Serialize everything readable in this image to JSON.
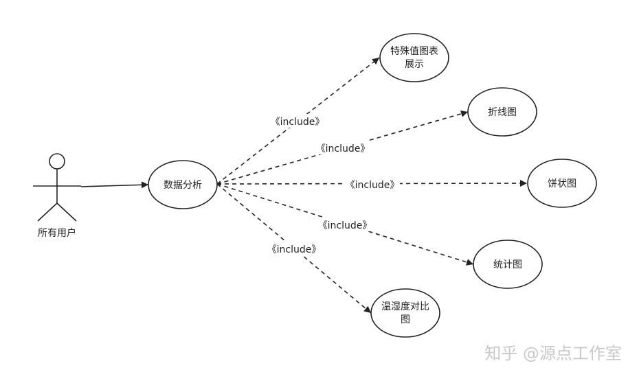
{
  "actor": {
    "label": "所有用户"
  },
  "center": {
    "label": "数据分析"
  },
  "use_cases": [
    {
      "id": "special",
      "lines": [
        "特殊值图表",
        "展示"
      ]
    },
    {
      "id": "line",
      "lines": [
        "折线图"
      ]
    },
    {
      "id": "pie",
      "lines": [
        "饼状图"
      ]
    },
    {
      "id": "stat",
      "lines": [
        "统计图"
      ]
    },
    {
      "id": "temp",
      "lines": [
        "温湿度对比",
        "图"
      ]
    }
  ],
  "relations": [
    {
      "to": "special",
      "label": "《include》"
    },
    {
      "to": "line",
      "label": "《include》"
    },
    {
      "to": "pie",
      "label": "《include》"
    },
    {
      "to": "stat",
      "label": "《include》"
    },
    {
      "to": "temp",
      "label": "《include》"
    }
  ],
  "watermark": "知乎 @源点工作室",
  "colors": {
    "stroke": "#222222",
    "text": "#222222",
    "watermark": "#c9c9c9"
  }
}
